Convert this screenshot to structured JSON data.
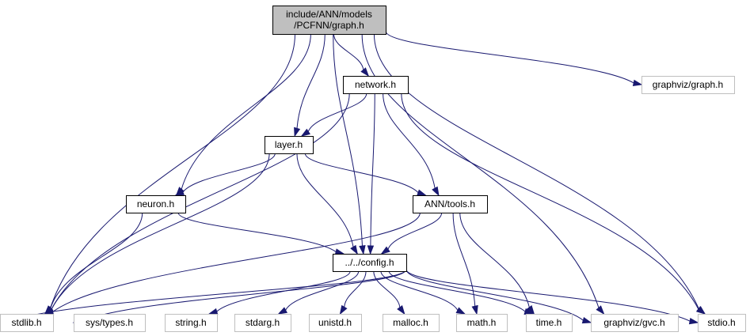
{
  "graph": {
    "nodes": [
      {
        "id": "graph_h",
        "kind": "root",
        "lines": [
          "include/ANN/models",
          "/PCFNN/graph.h"
        ]
      },
      {
        "id": "network_h",
        "kind": "local",
        "lines": [
          "network.h"
        ]
      },
      {
        "id": "graphviz_graph_h",
        "kind": "system",
        "lines": [
          "graphviz/graph.h"
        ]
      },
      {
        "id": "layer_h",
        "kind": "local",
        "lines": [
          "layer.h"
        ]
      },
      {
        "id": "neuron_h",
        "kind": "local",
        "lines": [
          "neuron.h"
        ]
      },
      {
        "id": "ann_tools_h",
        "kind": "local",
        "lines": [
          "ANN/tools.h"
        ]
      },
      {
        "id": "config_h",
        "kind": "local",
        "lines": [
          "../../config.h"
        ]
      },
      {
        "id": "stdlib_h",
        "kind": "system",
        "lines": [
          "stdlib.h"
        ]
      },
      {
        "id": "sys_types_h",
        "kind": "system",
        "lines": [
          "sys/types.h"
        ]
      },
      {
        "id": "string_h",
        "kind": "system",
        "lines": [
          "string.h"
        ]
      },
      {
        "id": "stdarg_h",
        "kind": "system",
        "lines": [
          "stdarg.h"
        ]
      },
      {
        "id": "unistd_h",
        "kind": "system",
        "lines": [
          "unistd.h"
        ]
      },
      {
        "id": "malloc_h",
        "kind": "system",
        "lines": [
          "malloc.h"
        ]
      },
      {
        "id": "math_h",
        "kind": "system",
        "lines": [
          "math.h"
        ]
      },
      {
        "id": "time_h",
        "kind": "system",
        "lines": [
          "time.h"
        ]
      },
      {
        "id": "graphviz_gvc_h",
        "kind": "system",
        "lines": [
          "graphviz/gvc.h"
        ]
      },
      {
        "id": "stdio_h",
        "kind": "system",
        "lines": [
          "stdio.h"
        ]
      }
    ],
    "edges": [
      [
        "graph_h",
        "network_h"
      ],
      [
        "graph_h",
        "graphviz_graph_h"
      ],
      [
        "graph_h",
        "layer_h"
      ],
      [
        "graph_h",
        "neuron_h"
      ],
      [
        "graph_h",
        "config_h"
      ],
      [
        "graph_h",
        "stdlib_h"
      ],
      [
        "graph_h",
        "graphviz_gvc_h"
      ],
      [
        "graph_h",
        "stdio_h"
      ],
      [
        "network_h",
        "layer_h"
      ],
      [
        "network_h",
        "ann_tools_h"
      ],
      [
        "network_h",
        "config_h"
      ],
      [
        "network_h",
        "stdlib_h"
      ],
      [
        "network_h",
        "stdio_h"
      ],
      [
        "layer_h",
        "neuron_h"
      ],
      [
        "layer_h",
        "ann_tools_h"
      ],
      [
        "layer_h",
        "config_h"
      ],
      [
        "layer_h",
        "stdlib_h"
      ],
      [
        "neuron_h",
        "config_h"
      ],
      [
        "neuron_h",
        "stdlib_h"
      ],
      [
        "ann_tools_h",
        "config_h"
      ],
      [
        "ann_tools_h",
        "stdlib_h"
      ],
      [
        "ann_tools_h",
        "math_h"
      ],
      [
        "ann_tools_h",
        "time_h"
      ],
      [
        "config_h",
        "stdlib_h"
      ],
      [
        "config_h",
        "sys_types_h"
      ],
      [
        "config_h",
        "string_h"
      ],
      [
        "config_h",
        "stdarg_h"
      ],
      [
        "config_h",
        "unistd_h"
      ],
      [
        "config_h",
        "malloc_h"
      ],
      [
        "config_h",
        "math_h"
      ],
      [
        "config_h",
        "time_h"
      ],
      [
        "config_h",
        "graphviz_gvc_h"
      ],
      [
        "config_h",
        "stdio_h"
      ]
    ]
  }
}
